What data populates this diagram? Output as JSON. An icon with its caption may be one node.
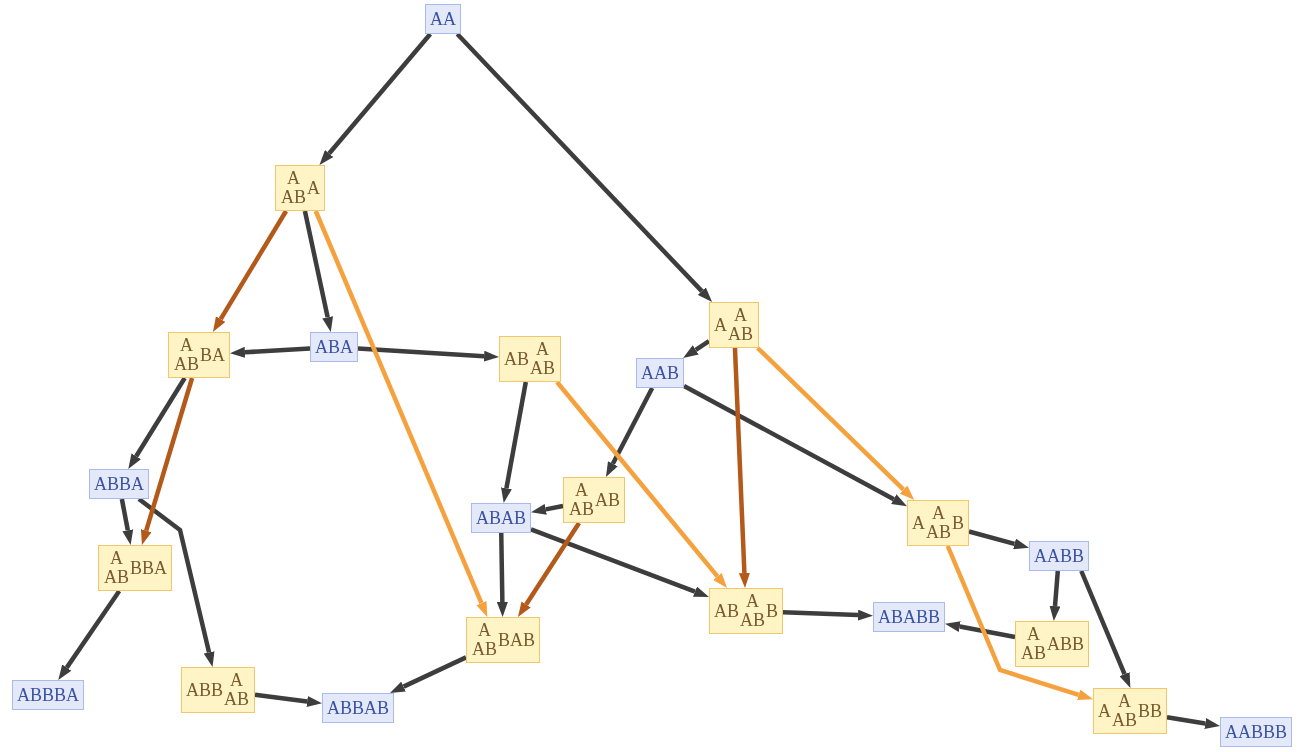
{
  "diagram": {
    "nodes": [
      {
        "text": [
          "AA"
        ]
      },
      {
        "text": [
          "A",
          "AB",
          "A"
        ]
      },
      {
        "text": [
          "A",
          "A",
          "AB"
        ]
      },
      {
        "text": [
          "A",
          "AB",
          "BA"
        ]
      },
      {
        "text": [
          "ABA"
        ]
      },
      {
        "text": [
          "AB",
          "A",
          "AB"
        ]
      },
      {
        "text": [
          "AAB"
        ]
      },
      {
        "text": [
          "ABBA"
        ]
      },
      {
        "text": [
          "A",
          "AB",
          "AB"
        ]
      },
      {
        "text": [
          "ABAB"
        ]
      },
      {
        "text": [
          "A",
          "A",
          "AB",
          "B"
        ]
      },
      {
        "text": [
          "AABB"
        ]
      },
      {
        "text": [
          "A",
          "AB",
          "BBA"
        ]
      },
      {
        "text": [
          "AB",
          "A",
          "AB",
          "B"
        ]
      },
      {
        "text": [
          "ABABB"
        ]
      },
      {
        "text": [
          "A",
          "AB",
          "BAB"
        ]
      },
      {
        "text": [
          "A",
          "AB",
          "ABB"
        ]
      },
      {
        "text": [
          "ABB",
          "A",
          "AB"
        ]
      },
      {
        "text": [
          "ABBBA"
        ]
      },
      {
        "text": [
          "ABBAB"
        ]
      },
      {
        "text": [
          "A",
          "A",
          "AB",
          "BB"
        ]
      },
      {
        "text": [
          "AABBB"
        ]
      }
    ],
    "edges": [
      {
        "from": 0,
        "to": 1,
        "arrow": "to"
      },
      {
        "from": 0,
        "to": 2,
        "arrow": "to"
      },
      {
        "from": 1,
        "to": 4,
        "arrow": "to"
      },
      {
        "from": 2,
        "to": 6,
        "arrow": "to"
      },
      {
        "from": 4,
        "to": 3,
        "arrow": "to"
      },
      {
        "from": 4,
        "to": 5,
        "arrow": "to"
      },
      {
        "from": 3,
        "to": 7,
        "arrow": "to"
      },
      {
        "from": 5,
        "to": 9,
        "arrow": "to"
      },
      {
        "from": 6,
        "to": 8,
        "arrow": "to"
      },
      {
        "from": 6,
        "to": 10,
        "arrow": "to"
      },
      {
        "from": 8,
        "to": 9,
        "arrow": "to"
      },
      {
        "from": 10,
        "to": 11,
        "arrow": "to"
      },
      {
        "from": 7,
        "to": 12,
        "arrow": "to"
      },
      {
        "from": 7,
        "to": 17,
        "arrow": "to"
      },
      {
        "from": 9,
        "to": 15,
        "arrow": "to"
      },
      {
        "from": 9,
        "to": 13,
        "arrow": "to"
      },
      {
        "from": 11,
        "to": 16,
        "arrow": "to"
      },
      {
        "from": 11,
        "to": 20,
        "arrow": "to"
      },
      {
        "from": 12,
        "to": 18,
        "arrow": "to"
      },
      {
        "from": 17,
        "to": 19,
        "arrow": "to"
      },
      {
        "from": 15,
        "to": 19,
        "arrow": "to"
      },
      {
        "from": 13,
        "to": 14,
        "arrow": "to"
      },
      {
        "from": 16,
        "to": 14,
        "arrow": "to"
      },
      {
        "from": 20,
        "to": 21,
        "arrow": "to"
      },
      {
        "from": 1,
        "to": 3,
        "arrow": "to",
        "color": "#b3591a"
      },
      {
        "from": 1,
        "to": 15,
        "arrow": "to",
        "color": "#f5a23e"
      },
      {
        "from": 3,
        "to": 12,
        "arrow": "to",
        "color": "#b3591a"
      },
      {
        "from": 5,
        "to": 13,
        "arrow": "to",
        "color": "#f5a23e"
      },
      {
        "from": 2,
        "to": 10,
        "arrow": "to",
        "color": "#f5a23e"
      },
      {
        "from": 2,
        "to": 13,
        "arrow": "to",
        "color": "#b3591a"
      },
      {
        "from": 8,
        "to": 15,
        "arrow": "to",
        "color": "#b3591a"
      },
      {
        "from": 10,
        "to": 20,
        "arrow": "to",
        "color": "#f5a23e"
      }
    ]
  }
}
